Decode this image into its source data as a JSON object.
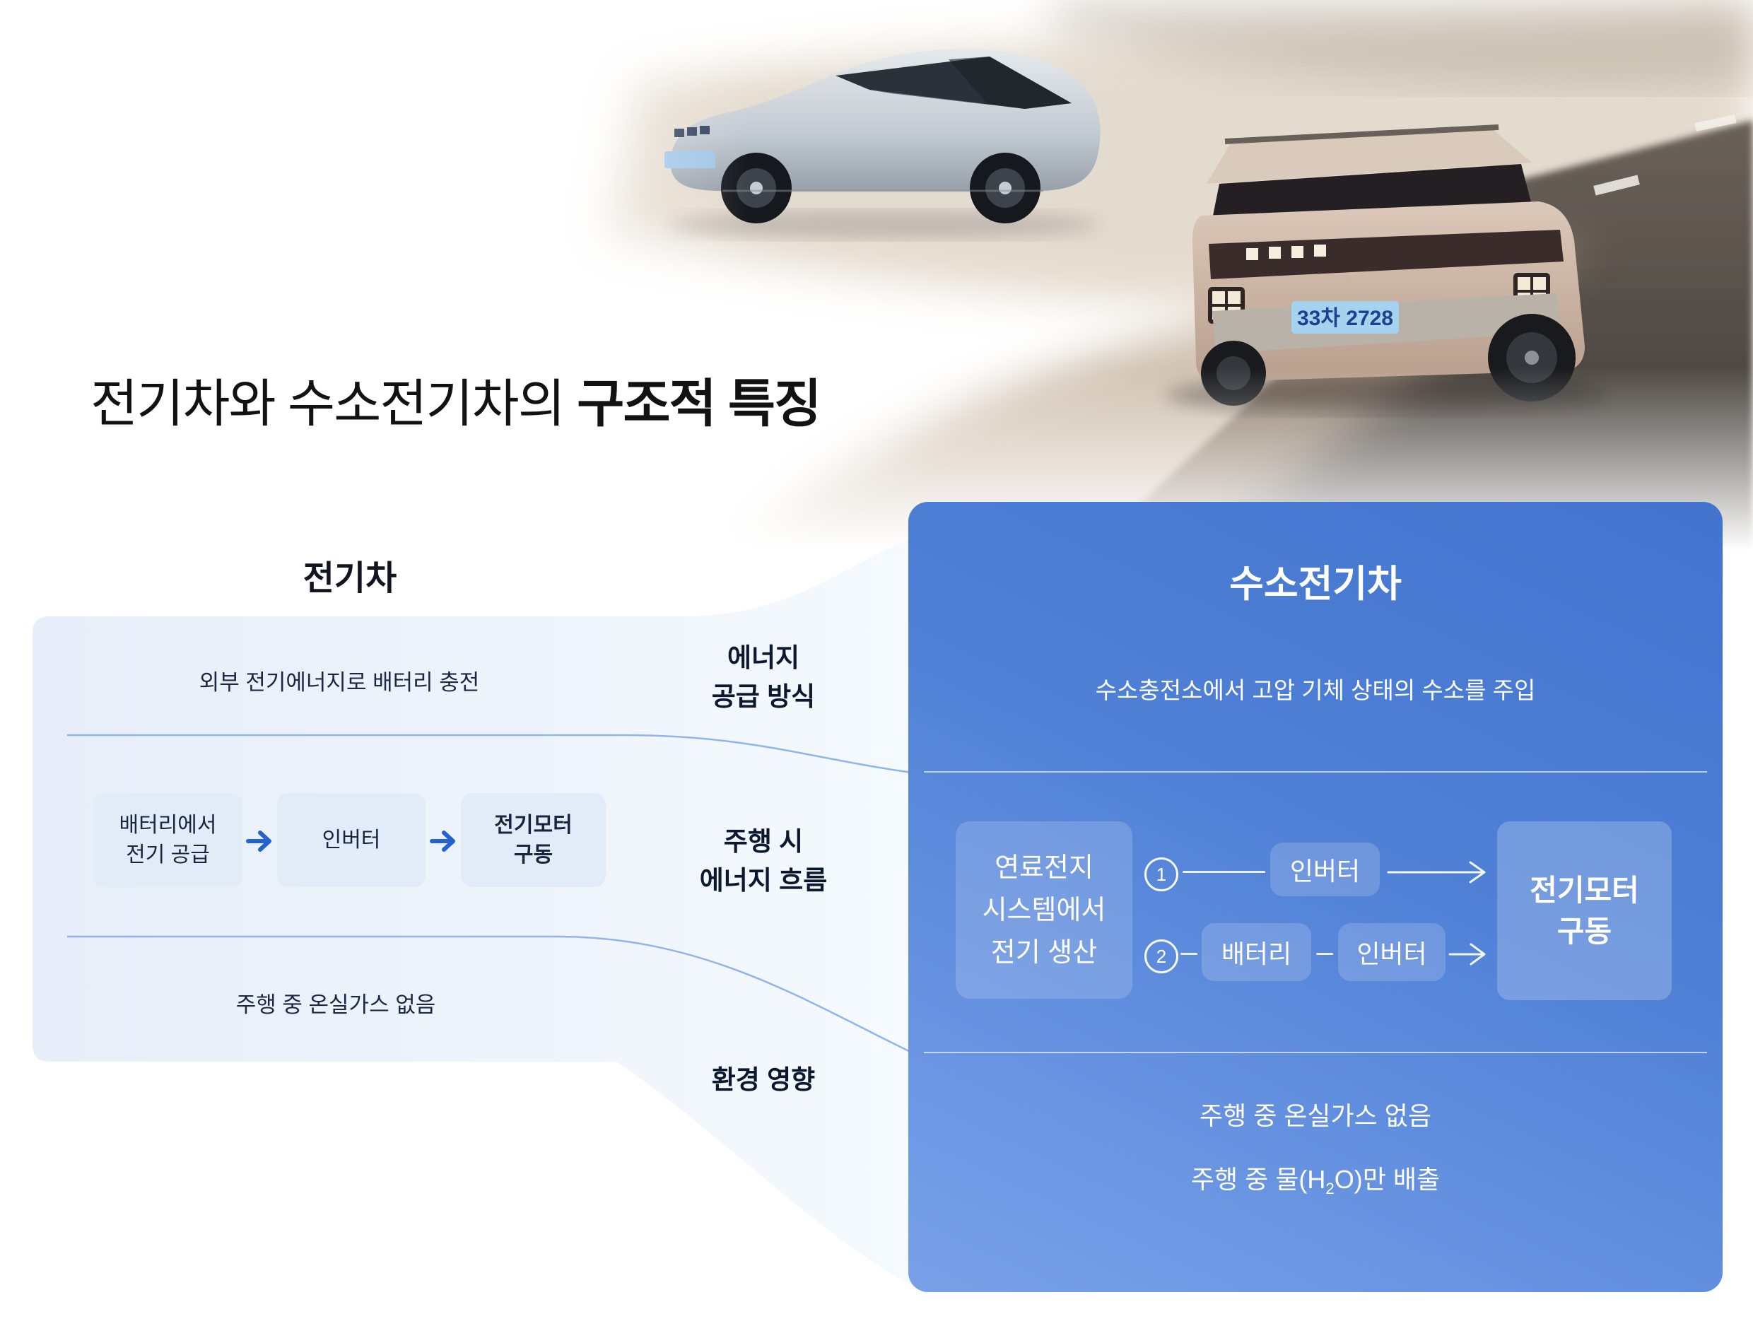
{
  "title": {
    "prefix": "전기차와 수소전기차의 ",
    "emphasis": "구조적 특징"
  },
  "hero": {
    "suv_plate": "33차 2728"
  },
  "comparison": {
    "row_labels": {
      "energy_supply": {
        "line1": "에너지",
        "line2": "공급 방식"
      },
      "driving_flow": {
        "line1": "주행 시",
        "line2": "에너지 흐름"
      },
      "environment": {
        "label": "환경 영향"
      }
    },
    "ev": {
      "header": "전기차",
      "energy_supply": "외부 전기에너지로 배터리 충전",
      "flow": {
        "battery": {
          "line1": "배터리에서",
          "line2": "전기 공급"
        },
        "inverter": {
          "label": "인버터"
        },
        "motor": {
          "line1": "전기모터",
          "line2": "구동"
        }
      },
      "environment": "주행 중 온실가스 없음"
    },
    "fcev": {
      "header": "수소전기차",
      "energy_supply": "수소충전소에서 고압 기체 상태의 수소를 주입",
      "fuel_cell": {
        "line1": "연료전지",
        "line2": "시스템에서",
        "line3": "전기 생산"
      },
      "route1": {
        "number": "1",
        "inverter": "인버터"
      },
      "route2": {
        "number": "2",
        "battery": "배터리",
        "inverter": "인버터"
      },
      "motor": {
        "line1": "전기모터",
        "line2": "구동"
      },
      "environment1": "주행 중 온실가스 없음",
      "environment2": {
        "pre": "주행 중 물(H",
        "sub": "2",
        "post": "O)만 배출"
      }
    }
  },
  "colors": {
    "panel_blue": "#4f80d6",
    "pale_blue": "#e9f0fa",
    "accent_arrow": "#2463cf",
    "divider_line": "#87ace9",
    "dark_text": "#0c1830"
  }
}
